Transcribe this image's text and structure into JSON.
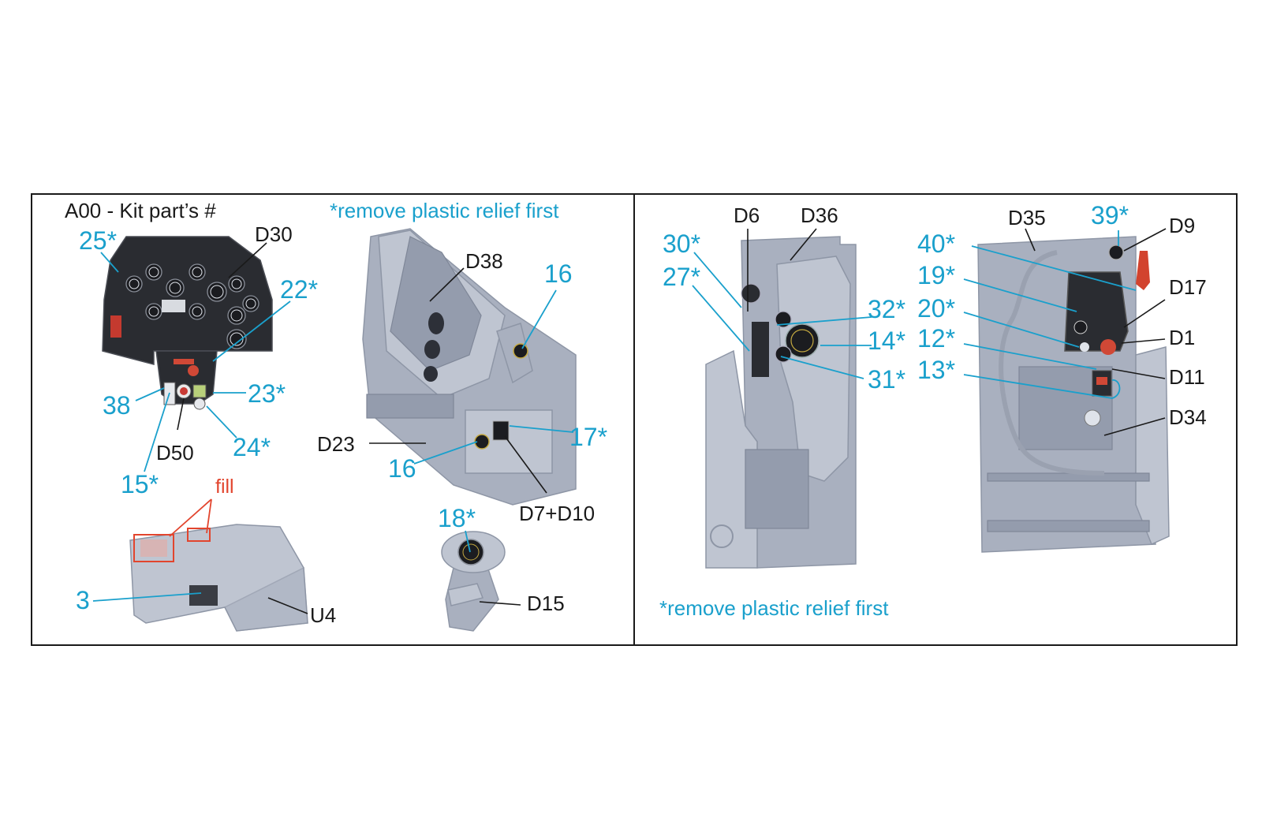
{
  "left_panel": {
    "kit_part_note": "A00 - Kit part’s #",
    "remove_relief_note": "*remove plastic relief first",
    "fill_note": "fill",
    "labels_dark": {
      "d30": "D30",
      "d38": "D38",
      "d23": "D23",
      "d50": "D50",
      "d7d10": "D7+D10",
      "d15": "D15",
      "u4": "U4"
    },
    "labels_blue": {
      "n25": "25*",
      "n22": "22*",
      "n16a": "16",
      "n38": "38",
      "n23": "23*",
      "n24": "24*",
      "n15": "15*",
      "n17": "17*",
      "n16b": "16",
      "n18": "18*",
      "n3": "3"
    }
  },
  "right_panel": {
    "remove_relief_note": "*remove plastic relief first",
    "labels_dark": {
      "d6": "D6",
      "d36": "D36",
      "d35": "D35",
      "d9": "D9",
      "d17": "D17",
      "d1": "D1",
      "d11": "D11",
      "d34": "D34"
    },
    "labels_blue": {
      "n30": "30*",
      "n27": "27*",
      "n32": "32*",
      "n14": "14*",
      "n31": "31*",
      "n39": "39*",
      "n40": "40*",
      "n19": "19*",
      "n20": "20*",
      "n12": "12*",
      "n13": "13*"
    }
  },
  "colors": {
    "frame": "#1a1a1a",
    "label_blue": "#1aa0cc",
    "fill_red": "#e2452e",
    "part_gray": "#a9b0bf",
    "panel_black": "#2a2c31"
  }
}
